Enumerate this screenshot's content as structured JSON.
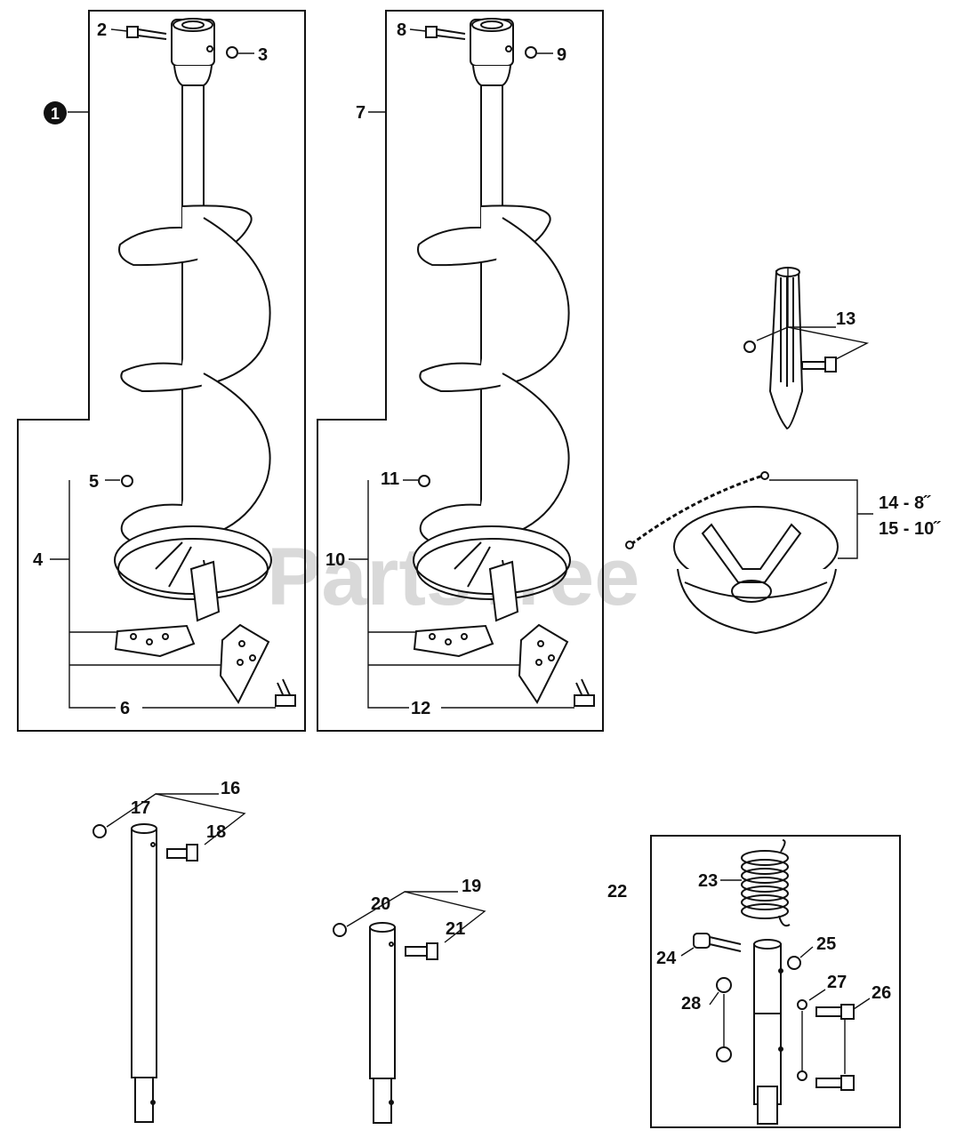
{
  "watermark": "PartsTree",
  "labels": {
    "p1": "1",
    "p2": "2",
    "p3": "3",
    "p4": "4",
    "p5": "5",
    "p6": "6",
    "p7": "7",
    "p8": "8",
    "p9": "9",
    "p10": "10",
    "p11": "11",
    "p12": "12",
    "p13": "13",
    "p14": "14 - 8˝",
    "p15": "15 - 10˝",
    "p16": "16",
    "p17": "17",
    "p18": "18",
    "p19": "19",
    "p20": "20",
    "p21": "21",
    "p22": "22",
    "p23": "23",
    "p24": "24",
    "p25": "25",
    "p26": "26",
    "p27": "27",
    "p28": "28"
  }
}
